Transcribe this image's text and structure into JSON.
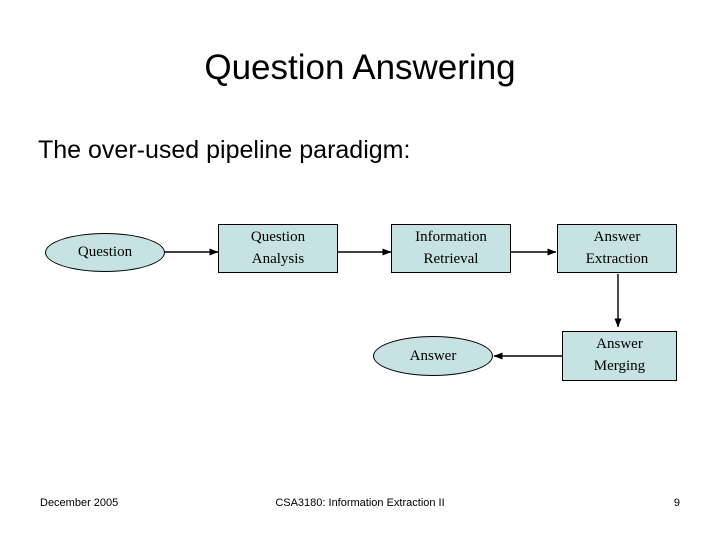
{
  "slide": {
    "title": "Question Answering",
    "subtitle": "The over-used pipeline paradigm:",
    "background_color": "#ffffff",
    "node_fill_color": "#c6e2e2",
    "node_border_color": "#000000",
    "text_color": "#000000"
  },
  "diagram": {
    "nodes": [
      {
        "id": "question",
        "shape": "ellipse",
        "line1": "Question",
        "line2": ""
      },
      {
        "id": "question-analysis",
        "shape": "box",
        "line1": "Question",
        "line2": "Analysis"
      },
      {
        "id": "information-retrieval",
        "shape": "box",
        "line1": "Information",
        "line2": "Retrieval"
      },
      {
        "id": "answer-extraction",
        "shape": "box",
        "line1": "Answer",
        "line2": "Extraction"
      },
      {
        "id": "answer-merging",
        "shape": "box",
        "line1": "Answer",
        "line2": "Merging"
      },
      {
        "id": "answer",
        "shape": "ellipse",
        "line1": "Answer",
        "line2": ""
      }
    ],
    "connectors": [
      {
        "from": "question",
        "to": "question-analysis"
      },
      {
        "from": "question-analysis",
        "to": "information-retrieval"
      },
      {
        "from": "information-retrieval",
        "to": "answer-extraction"
      },
      {
        "from": "answer-extraction",
        "to": "answer-merging"
      },
      {
        "from": "answer-merging",
        "to": "answer"
      }
    ]
  },
  "footer": {
    "date": "December 2005",
    "course": "CSA3180: Information Extraction II",
    "page_number": "9"
  }
}
